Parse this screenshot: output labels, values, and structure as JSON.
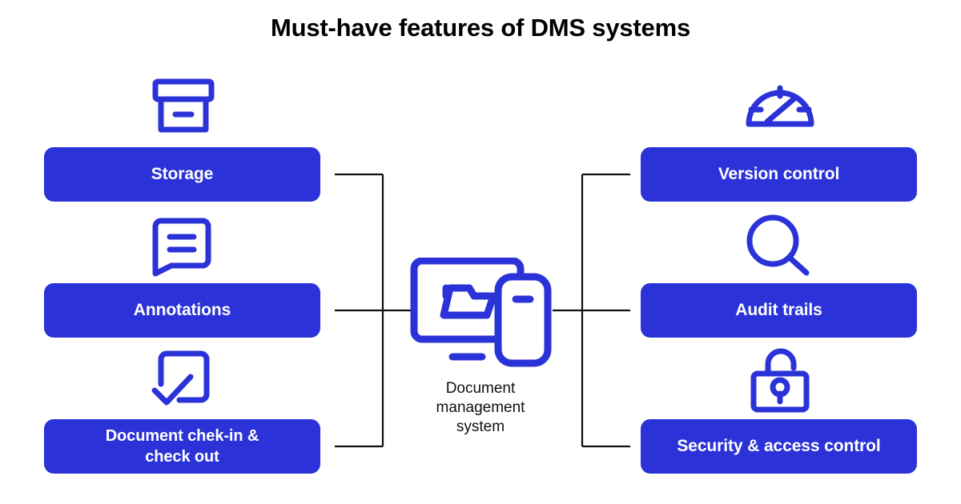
{
  "title": "Must-have features of DMS systems",
  "colors": {
    "brand_blue": "#2B33D8",
    "box_text": "#FFFFFF",
    "connector": "#111111",
    "background": "#FFFFFF",
    "title_text": "#000000"
  },
  "center": {
    "label_line1": "Document",
    "label_line2": "management",
    "label_line3": "system",
    "icon": "monitor-phone-folder-icon"
  },
  "left_features": [
    {
      "label": "Storage",
      "icon": "archive-box-icon"
    },
    {
      "label": "Annotations",
      "icon": "speech-bubble-lines-icon"
    },
    {
      "label_line1": "Document chek-in &",
      "label_line2": "check out",
      "icon": "checkbox-check-icon"
    }
  ],
  "right_features": [
    {
      "label": "Version control",
      "icon": "gauge-speedometer-icon"
    },
    {
      "label": "Audit trails",
      "icon": "magnifying-glass-icon"
    },
    {
      "label": "Security & access control",
      "icon": "open-padlock-icon"
    }
  ]
}
